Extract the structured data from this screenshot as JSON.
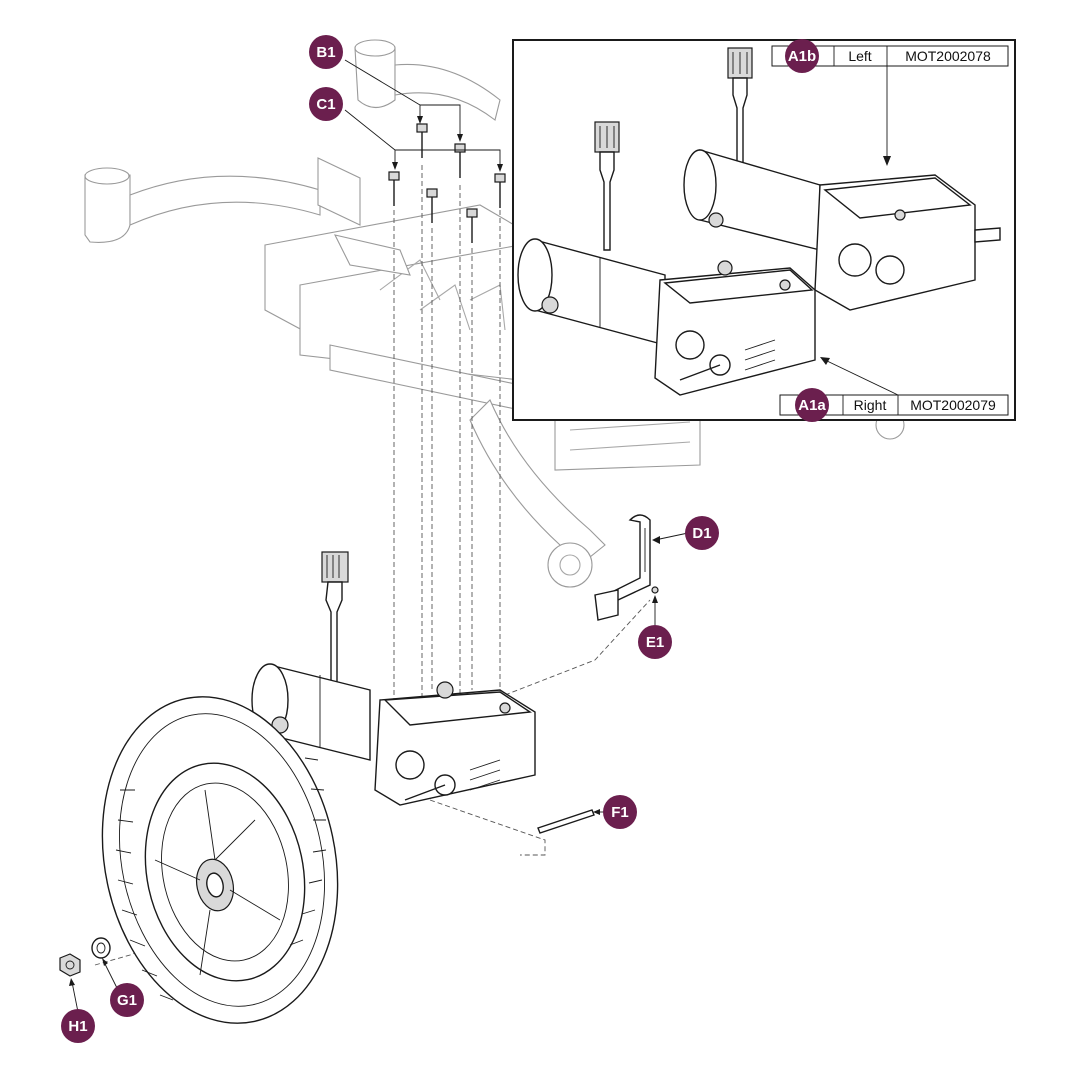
{
  "callouts": {
    "B1": "B1",
    "C1": "C1",
    "D1": "D1",
    "E1": "E1",
    "F1": "F1",
    "G1": "G1",
    "H1": "H1",
    "A1a": "A1a",
    "A1b": "A1b"
  },
  "inset_table": {
    "left_row": {
      "side": "Left",
      "part_number": "MOT2002078"
    },
    "right_row": {
      "side": "Right",
      "part_number": "MOT2002079"
    }
  },
  "colors": {
    "callout_fill": "#6b1f4e",
    "line": "#1a1a1a",
    "ghost_line": "#9a9a9a"
  }
}
